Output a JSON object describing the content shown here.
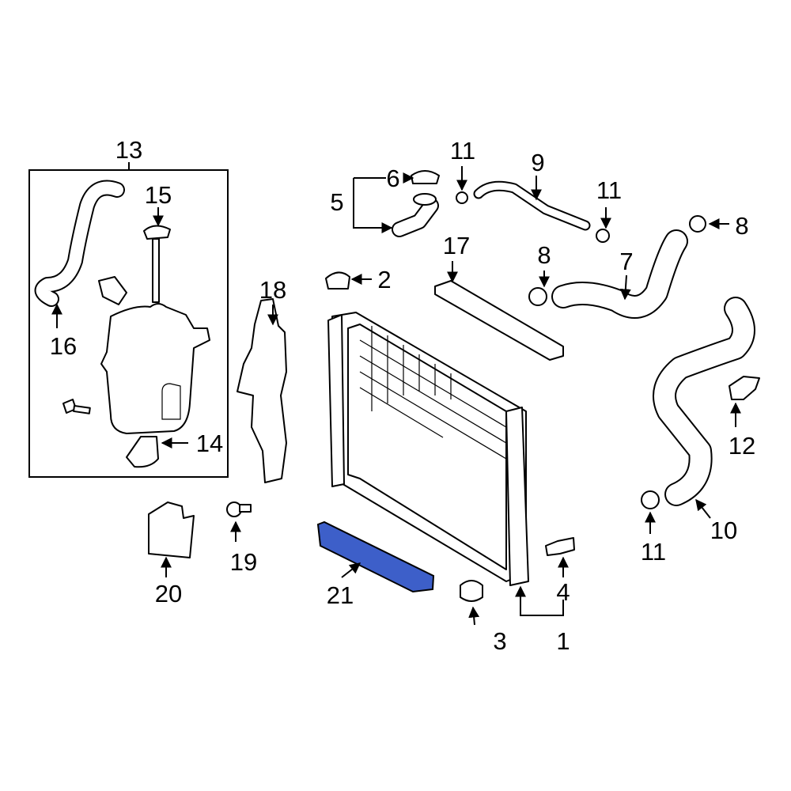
{
  "highlight_color": "#3D5FC9",
  "callouts": {
    "c1": "1",
    "c2": "2",
    "c3": "3",
    "c4": "4",
    "c5": "5",
    "c6": "6",
    "c7": "7",
    "c8a": "8",
    "c8b": "8",
    "c9": "9",
    "c10": "10",
    "c11a": "11",
    "c11b": "11",
    "c11c": "11",
    "c12": "12",
    "c13": "13",
    "c14": "14",
    "c15": "15",
    "c16": "16",
    "c17": "17",
    "c18": "18",
    "c19": "19",
    "c20": "20",
    "c21": "21"
  }
}
